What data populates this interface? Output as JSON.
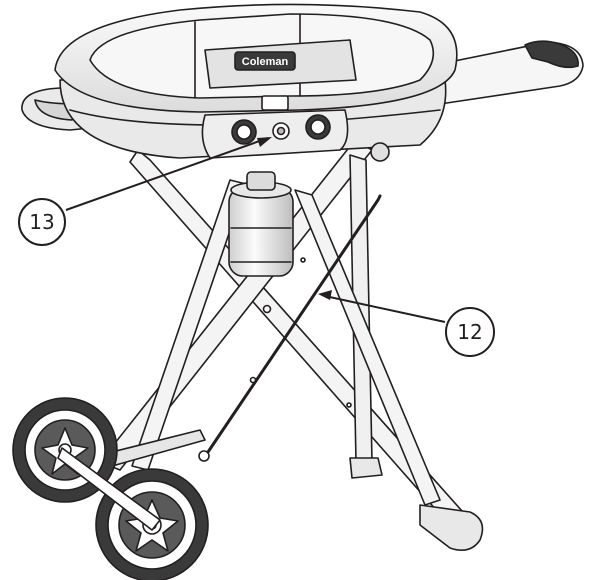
{
  "diagram": {
    "brand_logo_text": "Coleman",
    "callouts": [
      {
        "id": "13",
        "label": "13",
        "points_to": "ignition-button"
      },
      {
        "id": "12",
        "label": "12",
        "points_to": "rear-leg-rod"
      }
    ],
    "colors": {
      "line": "#231f20",
      "fill_light": "#f2f2f2",
      "fill_mid": "#d9d9d9",
      "fill_dark": "#3a3a3a"
    }
  }
}
